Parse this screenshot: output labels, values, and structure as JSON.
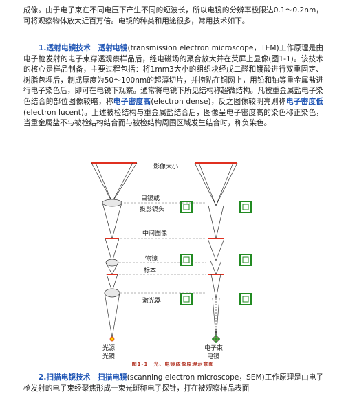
{
  "p1": {
    "text": "成像。由于电子束在不同电压下产生不同的短波长，所以电镜的分辨率极限达0.1～0.2nm，可将观察物体放大近百万倍。电镜的种类和用途很多，常用技术如下。"
  },
  "p2": {
    "lead": "1.透射电镜技术　透射电镜",
    "t1": "(transmission electron microscope，TEM)工作原理是由电子枪发射的电子束穿透观察样品后，经电磁场的聚合放大并在荧屏上显像(图1-1)。该技术的核心是样品制备，主要过程包括：将1mm3大小的组织块经戊二醛和锇酸进行双重固定、树脂包埋后，制成厚度为50～100nm的超薄切片，并捞贴在铜网上，用铅和铀等重金属盐进行电子染色后，即可在电镜下观察。通常将电镜下所见结构称超微结构。凡被重金属盐电子染色结合的部位图像较暗，称",
    "h1": "电子密度高",
    "t2": "(electron dense)，反之图像较明亮则称",
    "h2": "电子密度低",
    "t3": "(electron lucent)。上述被检结构与重金属盐结合后，图像呈电子密度高的染色称正染色，当重金属盐不与被检结构结合而与被检结构周围区域发生结合时，称负染色。"
  },
  "figure": {
    "label_image": "影像大小",
    "label_eyepiece_1": "目镜或",
    "label_eyepiece_2": "投影镜头",
    "label_intermediate": "中间图像",
    "label_objective": "物镜",
    "label_specimen": "标本",
    "label_condenser": "激光器",
    "label_left_1": "光源",
    "label_left_2": "光镜",
    "label_right_1": "电子束",
    "label_right_2": "电镜",
    "caption": "图1-1　光、电镜成像原理示意图"
  },
  "p3": {
    "lead": "2.扫描电镜技术　扫描电镜",
    "t1": "(scanning electron microscope，SEM)工作原理是由电子枪发射的电子束经聚焦形成一束光斑称电子探针，打在被观察样品表面"
  }
}
